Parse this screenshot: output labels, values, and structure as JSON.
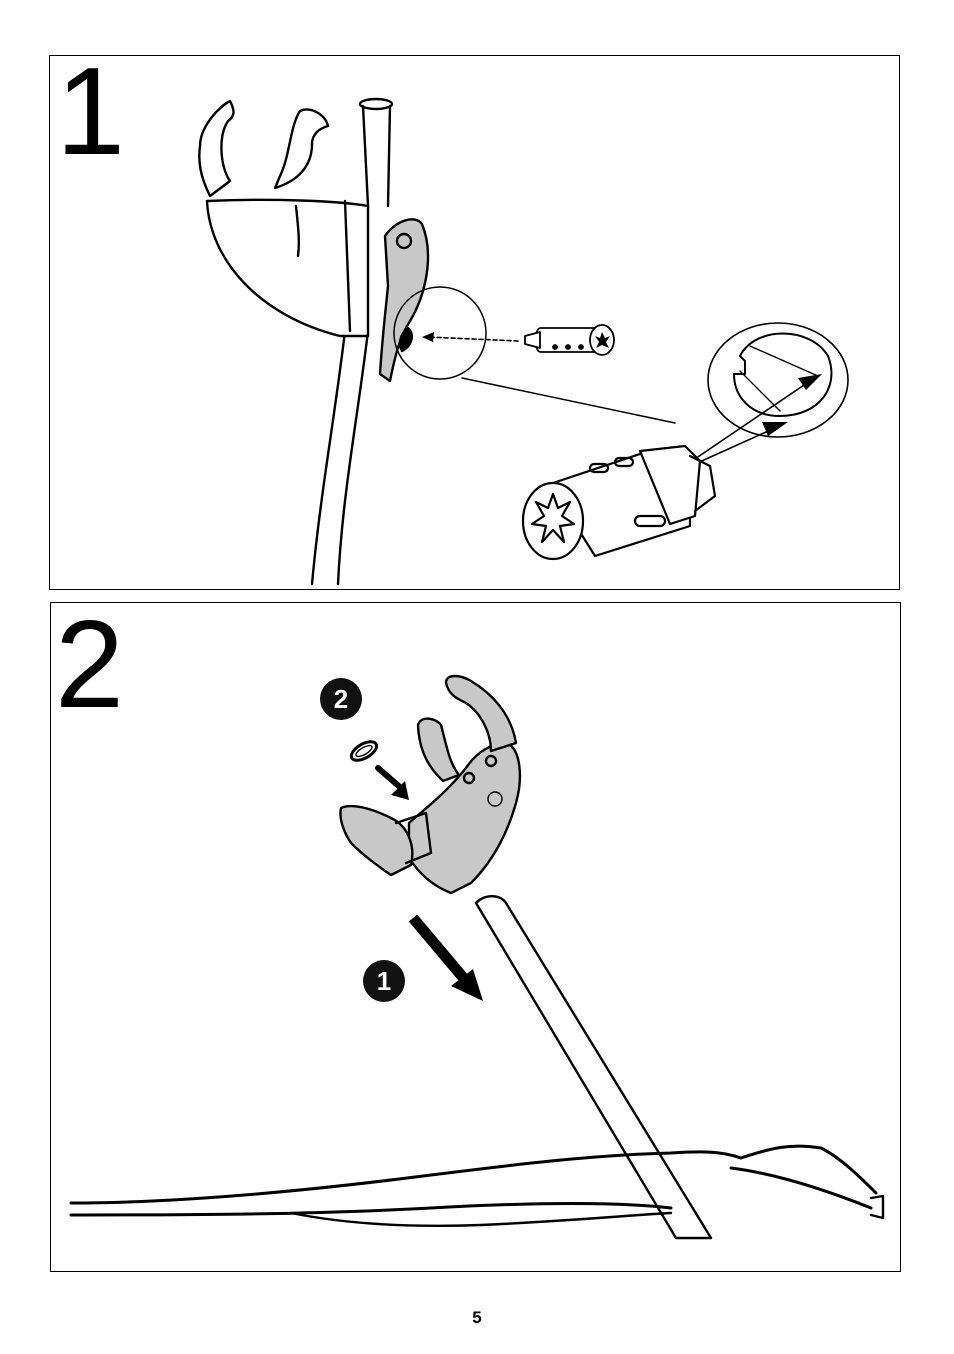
{
  "steps": [
    {
      "number": "1"
    },
    {
      "number": "2",
      "callouts": [
        "2",
        "1"
      ]
    }
  ],
  "icons": {
    "step1": [
      "handle-clip-icon",
      "lock-cylinder-icon",
      "lock-cylinder-closeup-icon",
      "keyhole-detail-icon"
    ],
    "step2": [
      "handle-bracket-icon",
      "o-ring-icon",
      "insert-arrow-icon",
      "push-arrow-icon",
      "mower-handle-icon"
    ]
  },
  "colors": {
    "part_fill": "#c8c8c8",
    "line": "#000000",
    "badge": "#111111"
  },
  "page_number": "5"
}
